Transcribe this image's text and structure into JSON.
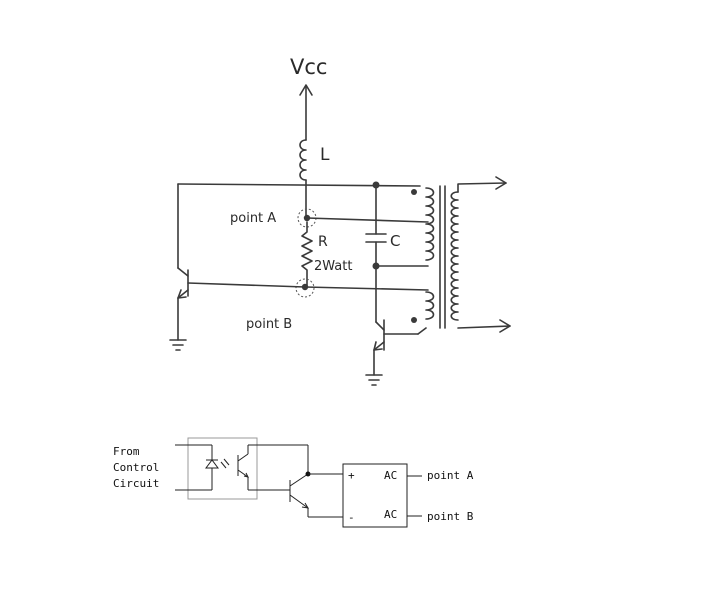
{
  "circuit": {
    "vcc_label": "Vcc",
    "inductor_label": "L",
    "resistor_label": "R",
    "resistor_rating": "2Watt",
    "capacitor_label": "C",
    "point_a_label": "point  A",
    "point_b_label": "point  B"
  },
  "control": {
    "from_line1": "From",
    "from_line2": "Control",
    "from_line3": "Circuit",
    "plus_label": "+",
    "minus_label": "-",
    "ac_top": "AC",
    "ac_bottom": "AC",
    "point_a_out": "point A",
    "point_b_out": "point B"
  },
  "colors": {
    "ink": "#3a3a3a",
    "optocoupler_border": "#999999"
  }
}
